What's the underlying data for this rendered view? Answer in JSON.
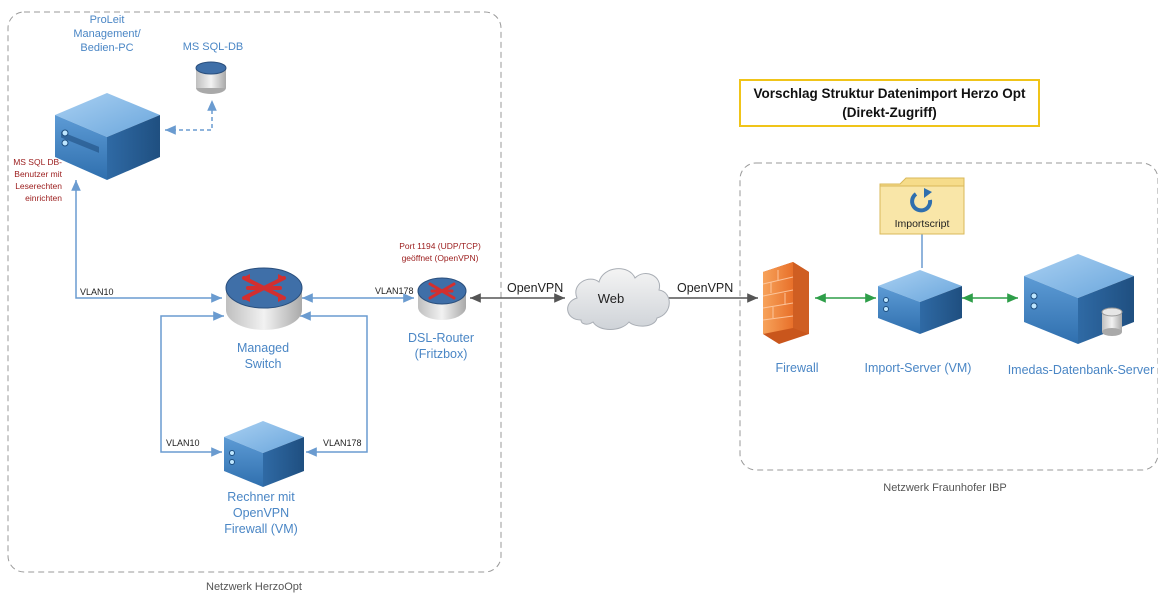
{
  "title": {
    "line1": "Vorschlag Struktur Datenimport Herzo Opt",
    "line2": "(Direkt-Zugriff)"
  },
  "networks": {
    "left": "Netzwerk HerzoOpt",
    "right": "Netzwerk Fraunhofer IBP"
  },
  "nodes": {
    "proleit": [
      "ProLeit",
      "Management/",
      "Bedien-PC"
    ],
    "mssql": "MS SQL-DB",
    "mssql_note": [
      "MS SQL DB-",
      "Benutzer mit",
      "Leserechten",
      "einrichten"
    ],
    "switch": [
      "Managed",
      "Switch"
    ],
    "router": [
      "DSL-Router",
      "(Fritzbox)"
    ],
    "port_note": [
      "Port 1194 (UDP/TCP)",
      "geöffnet (OpenVPN)"
    ],
    "vm_rechner": [
      "Rechner mit",
      "OpenVPN",
      "Firewall (VM)"
    ],
    "web": "Web",
    "firewall": "Firewall",
    "import_server": "Import-Server (VM)",
    "imedas": "Imedas-Datenbank-Server",
    "importscript": "Importscript"
  },
  "links": {
    "vlan10_top": "VLAN10",
    "vlan178_router": "VLAN178",
    "vlan10_bottom": "VLAN10",
    "vlan178_bottom": "VLAN178",
    "openvpn_left": "OpenVPN",
    "openvpn_right": "OpenVPN"
  },
  "colors": {
    "network_border": "#9a9a9a",
    "link_blue": "#6a9bd0",
    "link_green": "#2e9e49",
    "title_border": "#f0c419",
    "server_blue": "#3f7fc2",
    "router_red": "#c62828",
    "firewall_orange": "#f08a3c",
    "folder_yellow": "#f6dc8a"
  }
}
